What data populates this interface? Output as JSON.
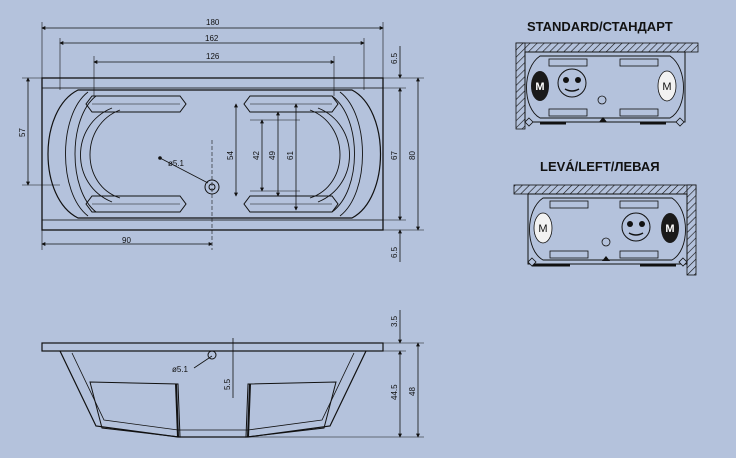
{
  "top_view": {
    "dims": {
      "length_180": "180",
      "length_162": "162",
      "length_126": "126",
      "width_57": "57",
      "depth_54": "54",
      "depth_42": "42",
      "depth_49": "49",
      "depth_61": "61",
      "width_67": "67",
      "width_80": "80",
      "edge_top": "6.5",
      "edge_bottom": "6.5",
      "offset_90": "90",
      "drain": "ø5.1"
    }
  },
  "side_view": {
    "dims": {
      "rim_3_5": "3.5",
      "depth_5_5": "5.5",
      "depth_44_5": "44.5",
      "height_48": "48",
      "drain": "ø5.1"
    }
  },
  "variants": [
    {
      "title": "STANDARD/СТАНДАРТ",
      "motor_left": "M",
      "motor_right": "M"
    },
    {
      "title": "LEVÁ/LEFT/ЛЕВАЯ",
      "motor_left": "M",
      "motor_right": "M"
    }
  ],
  "colors": {
    "background": "#b4c2dc",
    "line": "#111111",
    "motor_dark": "#1a1a1a",
    "motor_light": "#f2f2f2"
  }
}
